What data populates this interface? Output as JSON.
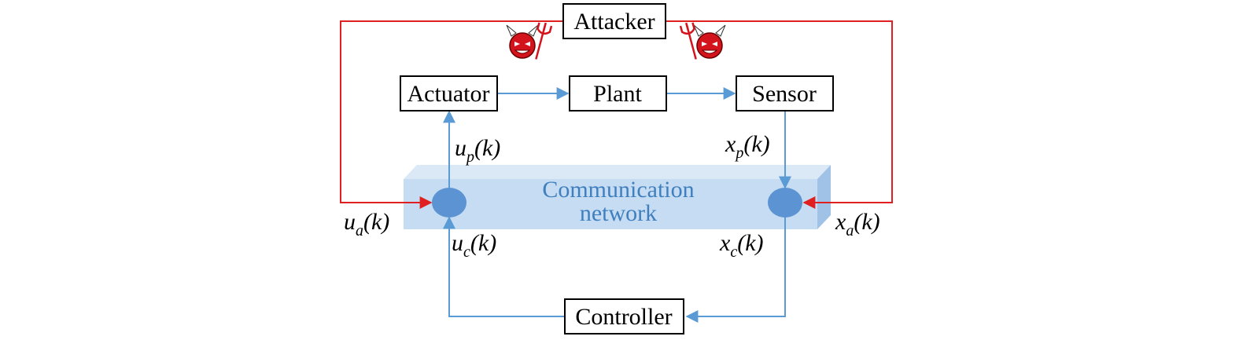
{
  "blocks": {
    "attacker": "Attacker",
    "actuator": "Actuator",
    "plant": "Plant",
    "sensor": "Sensor",
    "controller": "Controller"
  },
  "network": {
    "line1": "Communication",
    "line2": "network"
  },
  "signals": {
    "up": {
      "var": "u",
      "sub": "p",
      "arg": "(k)"
    },
    "xp": {
      "var": "x",
      "sub": "p",
      "arg": "(k)"
    },
    "ua": {
      "var": "u",
      "sub": "a",
      "arg": "(k)"
    },
    "xa": {
      "var": "x",
      "sub": "a",
      "arg": "(k)"
    },
    "uc": {
      "var": "u",
      "sub": "c",
      "arg": "(k)"
    },
    "xc": {
      "var": "x",
      "sub": "c",
      "arg": "(k)"
    }
  },
  "colors": {
    "attack_line": "#e02020",
    "signal_line": "#5b9bd5",
    "network_fill": "#c5dcf2",
    "network_node": "#5b93d3",
    "devil_red": "#d4141c"
  },
  "icons": {
    "attacker_left": "devil-icon",
    "attacker_right": "devil-icon"
  }
}
